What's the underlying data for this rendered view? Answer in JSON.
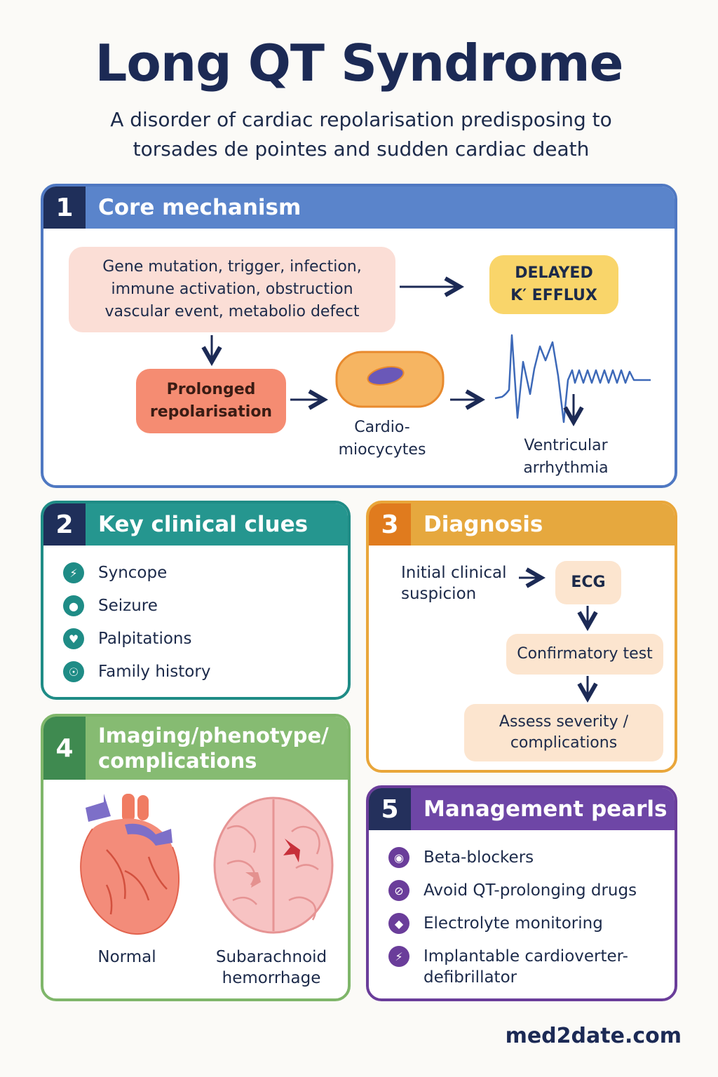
{
  "header": {
    "title": "Long QT Syndrome",
    "subtitle_line1": "A disorder of cardiac repolarisation predisposing to",
    "subtitle_line2": "torsades de pointes and sudden cardiac death"
  },
  "panel1": {
    "number": "1",
    "title": "Core mechanism",
    "causes": [
      "Gene mutation, trigger, infection,",
      "immune activation, obstruction",
      "vascular event, metabolio  defect"
    ],
    "delayed": [
      "DELAYED",
      "K′ EFFLUX"
    ],
    "prolonged": [
      "Prolonged",
      "repolarisation"
    ],
    "cardio": [
      "Cardio-",
      "miocycytes"
    ],
    "ventricular": [
      "Ventricular",
      "arrhythmia"
    ]
  },
  "panel2": {
    "number": "2",
    "title": "Key clinical clues",
    "items": [
      "Syncope",
      "Seizure",
      "Palpitations",
      "Family history"
    ]
  },
  "panel3": {
    "number": "3",
    "title": "Diagnosis",
    "initial": [
      "Initial clinical",
      "suspicion"
    ],
    "ecg": "ECG",
    "confirm": "Confirmatory test",
    "assess": [
      "Assess severity /",
      "complications"
    ]
  },
  "panel4": {
    "number": "4",
    "title_line1": "Imaging/phenotype/",
    "title_line2": "complications",
    "normal_label": "Normal",
    "sah_label": [
      "Subarachnoid",
      "hemorrhage"
    ]
  },
  "panel5": {
    "number": "5",
    "title": "Management pearls",
    "items": [
      "Beta-blockers",
      "Avoid QT-prolonging drugs",
      "Electrolyte monitoring"
    ],
    "icd": [
      "Implantable cardioverter-",
      "defibrillator"
    ]
  },
  "footer": {
    "site": "med2date.com"
  },
  "colors": {
    "navy": "#1c2a55",
    "blue": "#5a84cb",
    "teal": "#1f8c86",
    "orange": "#e6a83e",
    "green": "#86bb72",
    "purple": "#6e46a6"
  }
}
